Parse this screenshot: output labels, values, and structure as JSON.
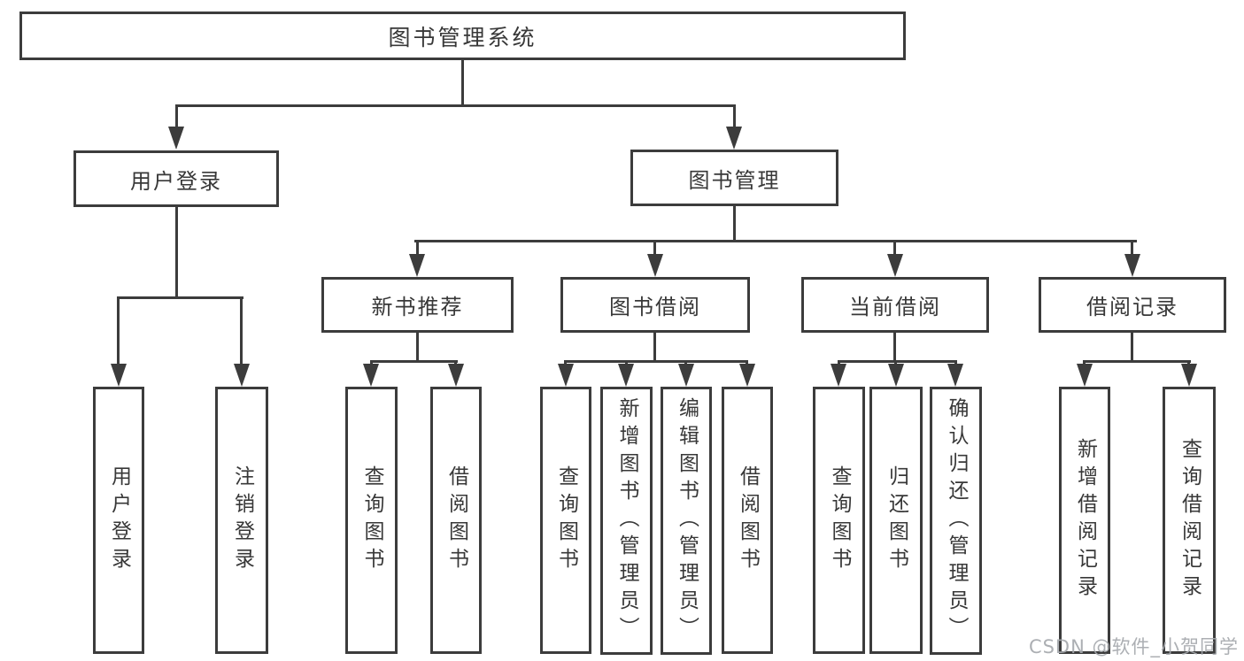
{
  "diagram": {
    "root": {
      "label": "图书管理系统"
    },
    "branches": [
      {
        "label": "用户登录",
        "children": [
          {
            "label": "用户登录"
          },
          {
            "label": "注销登录"
          }
        ]
      },
      {
        "label": "图书管理",
        "children": [
          {
            "label": "新书推荐",
            "children": [
              {
                "label": "查询图书"
              },
              {
                "label": "借阅图书"
              }
            ]
          },
          {
            "label": "图书借阅",
            "children": [
              {
                "label": "查询图书"
              },
              {
                "label": "新增图书（管理员）"
              },
              {
                "label": "编辑图书（管理员）"
              },
              {
                "label": "借阅图书"
              }
            ]
          },
          {
            "label": "当前借阅",
            "children": [
              {
                "label": "查询图书"
              },
              {
                "label": "归还图书"
              },
              {
                "label": "确认归还（管理员）"
              }
            ]
          },
          {
            "label": "借阅记录",
            "children": [
              {
                "label": "新增借阅记录"
              },
              {
                "label": "查询借阅记录"
              }
            ]
          }
        ]
      }
    ]
  },
  "watermark": {
    "text": "CSDN @软件_小贺同学"
  },
  "colors": {
    "line": "#3c3c3c",
    "text": "#383838",
    "watermark": "#a5a8ad",
    "background": "#ffffff"
  }
}
